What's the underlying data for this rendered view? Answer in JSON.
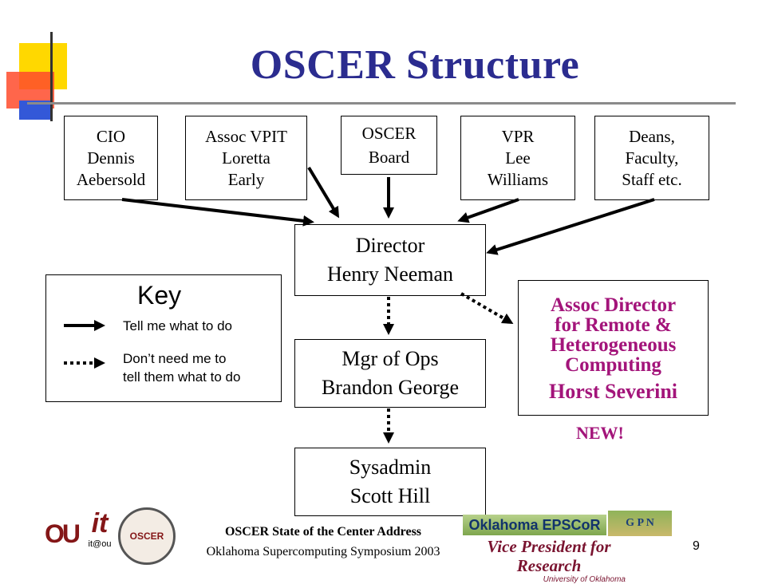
{
  "title": "OSCER Structure",
  "top_boxes": [
    {
      "lines": [
        "CIO",
        "Dennis",
        "Aebersold"
      ]
    },
    {
      "lines": [
        "Assoc VPIT",
        "Loretta",
        "Early"
      ]
    },
    {
      "lines": [
        "OSCER",
        "Board"
      ]
    },
    {
      "lines": [
        "VPR",
        "Lee",
        "Williams"
      ]
    },
    {
      "lines": [
        "Deans,",
        "Faculty,",
        "Staff etc."
      ]
    }
  ],
  "director": {
    "role": "Director",
    "name": "Henry Neeman"
  },
  "ops": {
    "role": "Mgr of Ops",
    "name": "Brandon George"
  },
  "sysadmin": {
    "role": "Sysadmin",
    "name": "Scott Hill"
  },
  "assoc_director": {
    "role_lines": [
      "Assoc Director",
      "for Remote &",
      "Heterogeneous",
      "Computing"
    ],
    "name": "Horst Severini",
    "badge": "NEW!"
  },
  "key": {
    "title": "Key",
    "solid_label": "Tell me what to do",
    "dotted_label_lines": [
      "Don’t need me to",
      "tell them what to do"
    ]
  },
  "footer": {
    "line1": "OSCER State of the Center Address",
    "line2": "Oklahoma Supercomputing Symposium 2003",
    "page": "9"
  },
  "logos": {
    "ou": "OU",
    "it": "it",
    "it_sub": "it@ou",
    "epscor": "Oklahoma EPSCoR",
    "gpn": "G P N",
    "vpr_line1": "Vice President for Research",
    "vpr_line2": "University of Oklahoma",
    "oscer_seal": "OSCER"
  },
  "colors": {
    "title": "#2b2c8f",
    "accent_magenta": "#a3147a",
    "ou_crimson": "#841617"
  }
}
